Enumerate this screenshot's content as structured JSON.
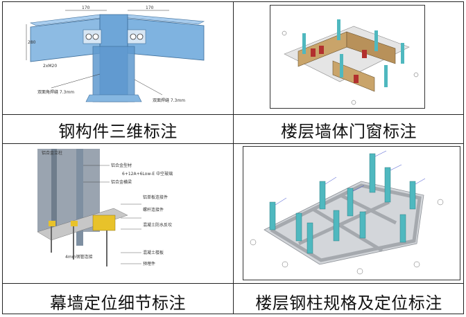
{
  "captions": {
    "top_left": "钢构件三维标注",
    "top_right": "楼层墙体门窗标注",
    "bottom_left": "幕墙定位细节标注",
    "bottom_right": "楼层钢柱规格及定位标注"
  },
  "steel_member": {
    "dims": {
      "top_a": "170",
      "top_b": "170",
      "left_h": "280",
      "bolt": "2xM20"
    },
    "notes": {
      "left": "双面角焊缝 7.3mm",
      "right": "双面焊缝 7.3mm"
    }
  },
  "curtain_wall": {
    "labels": [
      "6+12A+6Low-E 中空玻璃",
      "铝合金型材",
      "铝合金横梁",
      "铝单板连接件",
      "螺杆连接件",
      "混凝土防水反坎",
      "4mm钢管连接",
      "混凝土楼板",
      "预埋件",
      "铝合金立柱"
    ]
  },
  "colors": {
    "steel_blue": "#7fb3e0",
    "column_teal": "#4fb8bf",
    "wall_tan": "#c9a46a",
    "door_red": "#b2302e",
    "slab_grey": "#b9bcc0",
    "embed_yellow": "#e8c22a"
  }
}
